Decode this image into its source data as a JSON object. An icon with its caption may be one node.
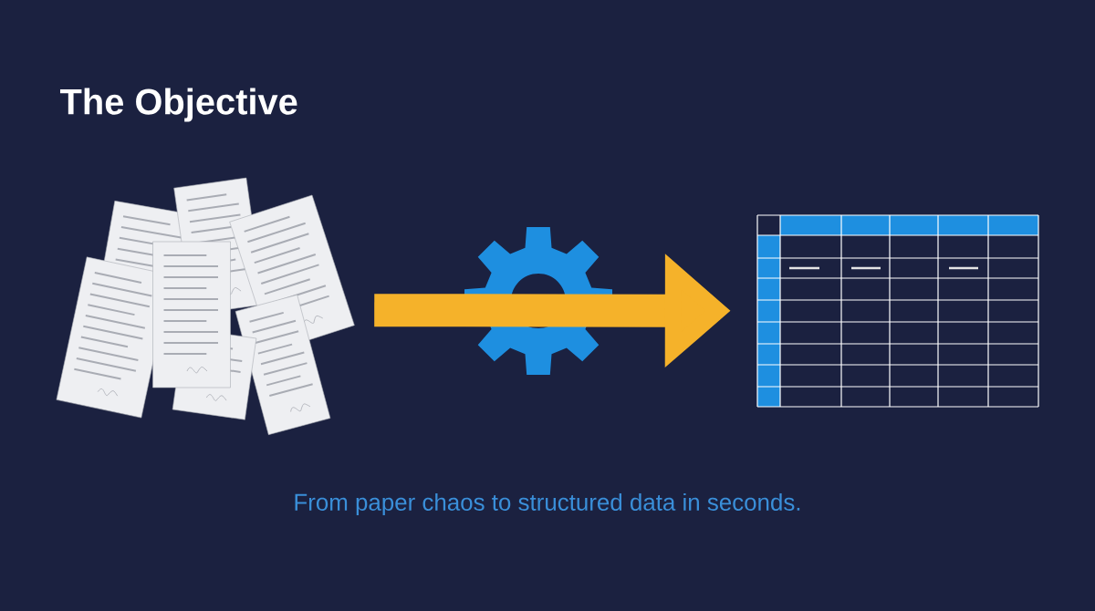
{
  "diagram": {
    "title": "The Objective",
    "caption": "From paper chaos to structured data in seconds.",
    "nodes": [
      {
        "text": [],
        "shape": "picture"
      },
      {
        "text": [],
        "shape": "picture"
      }
    ],
    "edges": [
      {
        "from": 0,
        "to": 1,
        "arrow": "to"
      }
    ]
  }
}
